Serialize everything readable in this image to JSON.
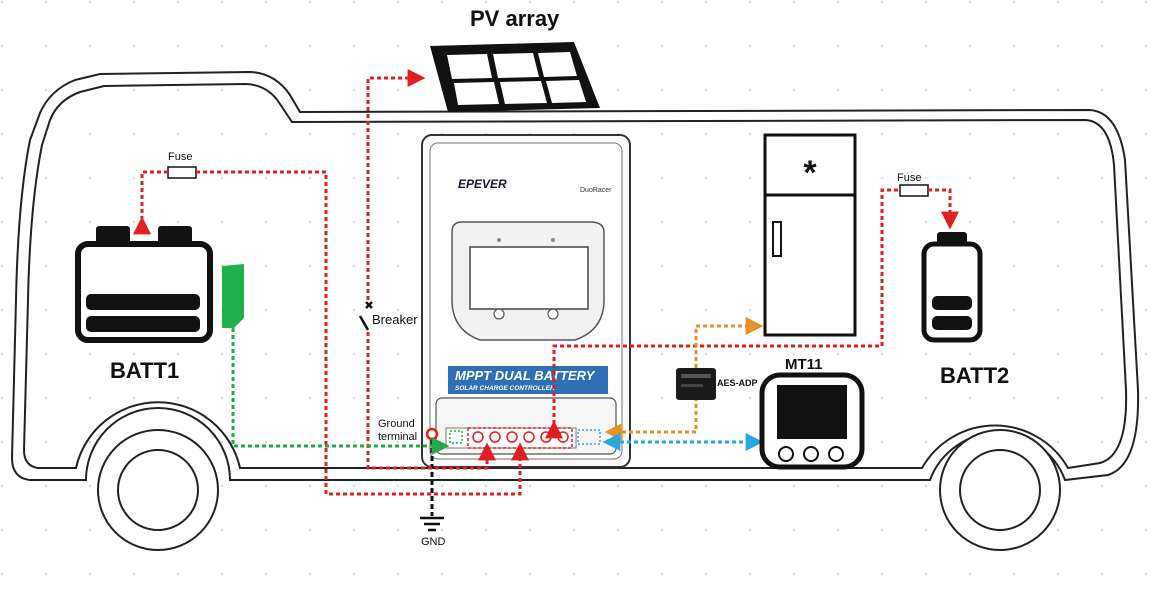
{
  "labels": {
    "pv_array": "PV array",
    "fuse_left": "Fuse",
    "fuse_right": "Fuse",
    "batt1": "BATT1",
    "batt2": "BATT2",
    "breaker": "Breaker",
    "ground_line1": "Ground",
    "ground_line2": "terminal",
    "gnd": "GND",
    "mt11": "MT11",
    "aes_adp": "AES-ADP",
    "brand": "EPEVER",
    "model": "DuoRacer",
    "banner_title": "MPPT DUAL BATTERY",
    "banner_sub": "SOLAR CHARGE CONTROLLER"
  },
  "colors": {
    "pv_wire": "#e02020",
    "batt1_wire": "#22aa44",
    "batt2_wire": "#e02020",
    "fridge_wire": "#e8902a",
    "mt11_wire": "#2aa7e0",
    "banner": "#2e6fb5",
    "batt1_terminal": "#22b04a"
  },
  "icons": [
    "fuse-icon",
    "breaker-icon",
    "ground-icon",
    "fridge-icon",
    "solar-panel-icon",
    "battery-icon"
  ]
}
